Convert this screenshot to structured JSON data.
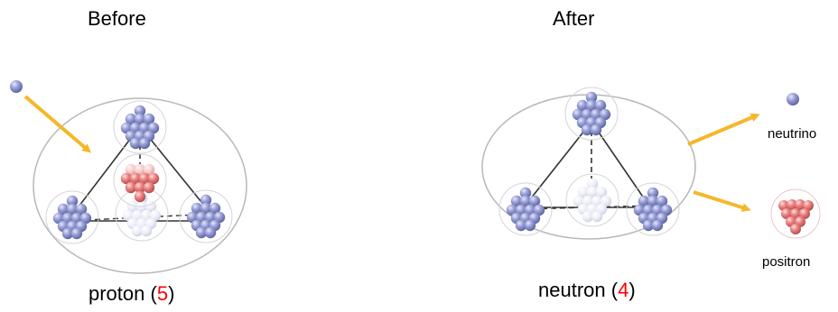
{
  "before": {
    "heading": "Before",
    "caption_name": "proton",
    "caption_open": " (",
    "caption_count": "5",
    "caption_close": ")"
  },
  "after": {
    "heading": "After",
    "caption_name": "neutron",
    "caption_open": " (",
    "caption_count": "4",
    "caption_close": ")",
    "neutrino_label": "neutrino",
    "positron_label": "positron"
  },
  "colors": {
    "blue_ball": "#8e95cf",
    "red_ball": "#e87a7a",
    "ghost_ball": "#e4e7f2",
    "arrow": "#f5b72a",
    "outline": "#b5b5b5",
    "line": "#333333",
    "count_text": "#ff0000"
  }
}
